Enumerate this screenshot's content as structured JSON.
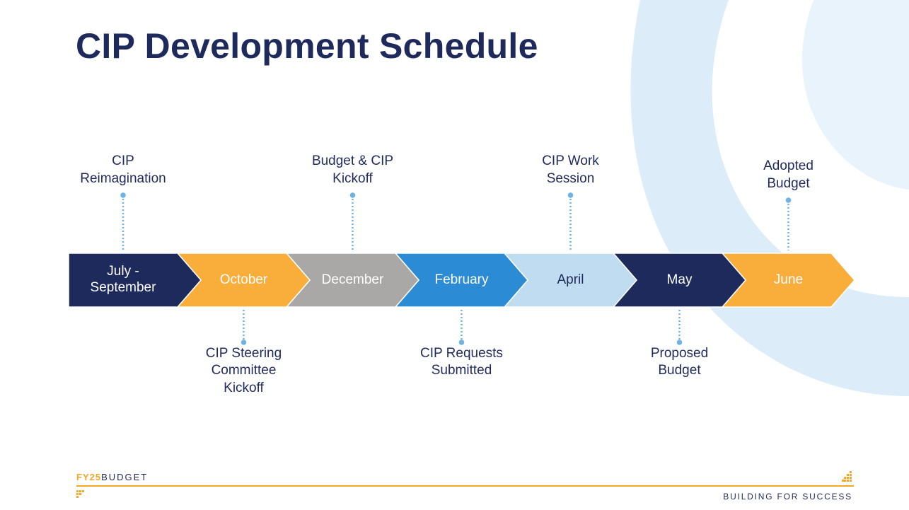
{
  "slide": {
    "title": "CIP Development Schedule"
  },
  "timeline": [
    {
      "label": "July -\nSeptember",
      "fill": "#1f2a5c",
      "text_color": "#ffffff"
    },
    {
      "label": "October",
      "fill": "#f9ae3c",
      "text_color": "#ffffff"
    },
    {
      "label": "December",
      "fill": "#aaa8a6",
      "text_color": "#ffffff"
    },
    {
      "label": "February",
      "fill": "#2b8bd4",
      "text_color": "#ffffff"
    },
    {
      "label": "April",
      "fill": "#bfdcf1",
      "text_color": "#1f2a5c"
    },
    {
      "label": "May",
      "fill": "#1f2a5c",
      "text_color": "#ffffff"
    },
    {
      "label": "June",
      "fill": "#f9ae3c",
      "text_color": "#ffffff"
    }
  ],
  "milestones": [
    {
      "text": "CIP\nReimagination",
      "stage": 0,
      "side": "above"
    },
    {
      "text": "CIP Steering\nCommittee\nKickoff",
      "stage": 1,
      "side": "below"
    },
    {
      "text": "Budget & CIP\nKickoff",
      "stage": 2,
      "side": "above"
    },
    {
      "text": "CIP Requests\nSubmitted",
      "stage": 3,
      "side": "below"
    },
    {
      "text": "CIP Work\nSession",
      "stage": 4,
      "side": "above"
    },
    {
      "text": "Proposed\nBudget",
      "stage": 5,
      "side": "below"
    },
    {
      "text": "Adopted\nBudget",
      "stage": 6,
      "side": "above"
    }
  ],
  "footer": {
    "brand_accent": "FY25",
    "brand_rest": "BUDGET",
    "tagline": "BUILDING FOR SUCCESS"
  },
  "colors": {
    "navy": "#1f2a5c",
    "orange": "#f5a623",
    "connector": "#6fb3e3",
    "swoosh": "#dcecf8"
  }
}
